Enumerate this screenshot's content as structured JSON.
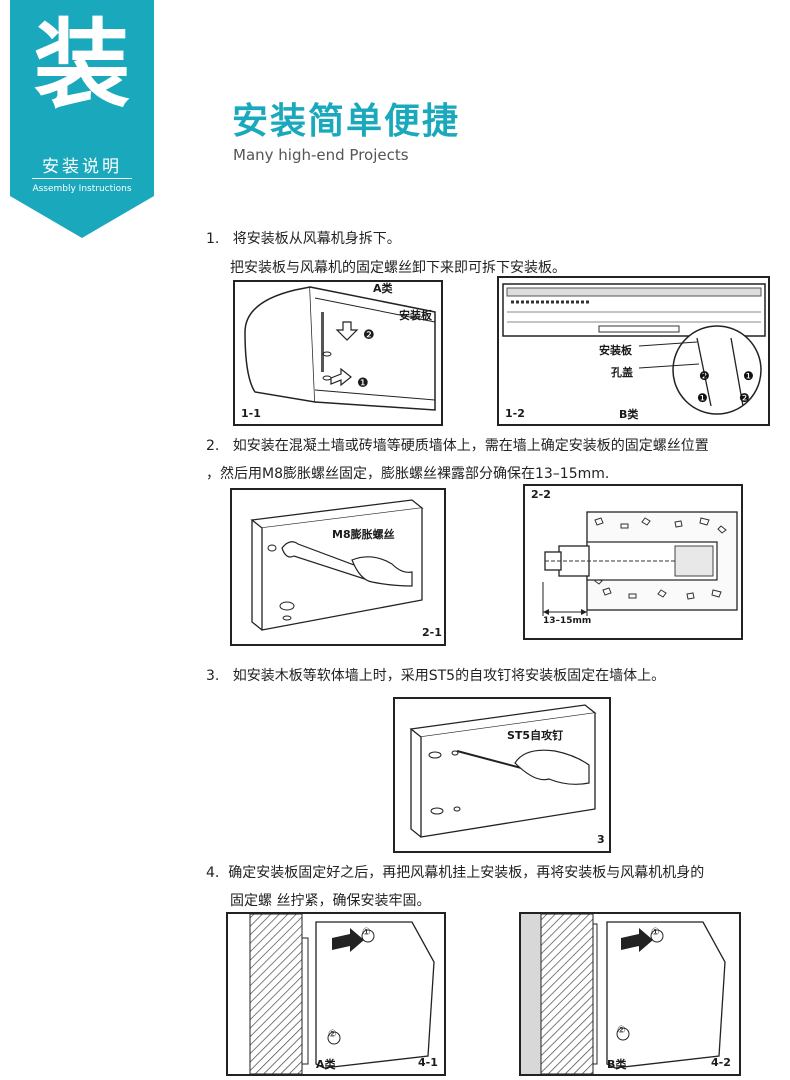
{
  "header": {
    "badge_char": "装",
    "badge_title": "安装说明",
    "badge_subtitle": "Assembly Instructions",
    "title": "安装简单便捷",
    "subtitle": "Many high-end Projects",
    "accent_color": "#1aa9bc"
  },
  "steps": [
    {
      "number": "1.",
      "text": "将安装板从风幕机身拆下。",
      "text2": "把安装板与风幕机的固定螺丝卸下来即可拆下安装板。",
      "figures": [
        {
          "type_label": "A类",
          "part_label": "安装板",
          "marker_1": "❶",
          "marker_2": "❷",
          "fig_id": "1-1"
        },
        {
          "type_label": "B类",
          "part_label": "安装板",
          "part_label2": "孔盖",
          "fig_id": "1-2"
        }
      ]
    },
    {
      "number": "2.",
      "text": "如安装在混凝土墙或砖墙等硬质墙体上，需在墙上确定安装板的固定螺丝位置",
      "text2": "，然后用M8膨胀螺丝固定，膨胀螺丝裸露部分确保在13–15mm.",
      "figures": [
        {
          "part_label": "M8膨胀螺丝",
          "fig_id": "2-1"
        },
        {
          "dimension": "13–15mm",
          "fig_id": "2-2"
        }
      ]
    },
    {
      "number": "3.",
      "text": "如安装木板等软体墙上时，采用ST5的自攻钉将安装板固定在墙体上。",
      "figures": [
        {
          "part_label": "ST5自攻钉",
          "fig_id": "3"
        }
      ]
    },
    {
      "number": "4.",
      "text": "确定安装板固定好之后，再把风幕机挂上安装板，再将安装板与风幕机机身的",
      "text2": "固定螺 丝拧紧，确保安装牢固。",
      "figures": [
        {
          "type_label": "A类",
          "marker_1": "①",
          "marker_2": "②",
          "fig_id": "4-1"
        },
        {
          "type_label": "B类",
          "marker_1": "①",
          "marker_2": "②",
          "fig_id": "4-2"
        }
      ]
    }
  ]
}
